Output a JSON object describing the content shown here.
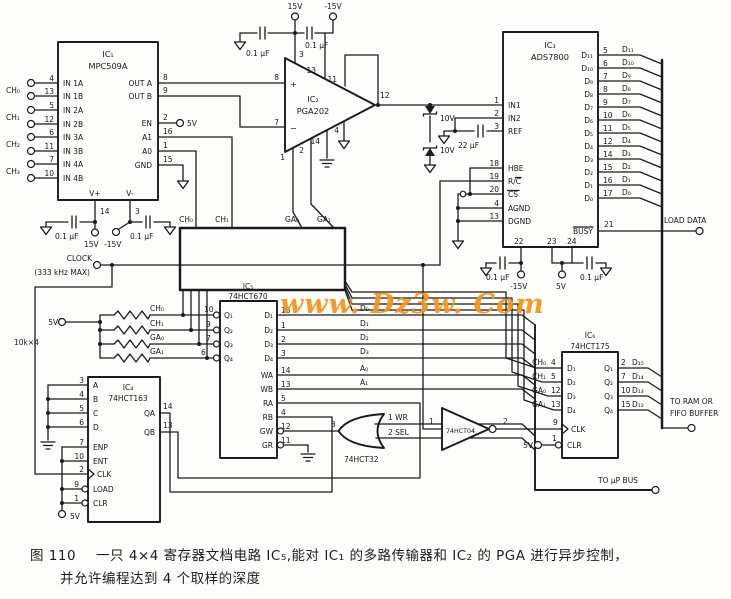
{
  "watermark": {
    "text": "www. Dz3w. Com",
    "color": "#f7941d"
  },
  "caption": {
    "fig": "图 110",
    "line1": "一只 4×4 寄存器文档电路 IC₅,能对 IC₁ 的多路传输器和 IC₂ 的 PGA 进行异步控制，",
    "line2": "并允许编程达到 4 个取样的深度"
  },
  "ic1": {
    "ref": "IC₁",
    "part": "MPC509A",
    "ch": [
      "CH₀",
      "CH₁",
      "CH₂",
      "CH₃"
    ],
    "lp": [
      {
        "n": "IN 1A",
        "p": "4"
      },
      {
        "n": "IN 1B",
        "p": "13"
      },
      {
        "n": "IN 2A",
        "p": "5"
      },
      {
        "n": "IN 2B",
        "p": "12"
      },
      {
        "n": "IN 3A",
        "p": "6"
      },
      {
        "n": "IN 3B",
        "p": "11"
      },
      {
        "n": "IN 4A",
        "p": "7"
      },
      {
        "n": "IN 4B",
        "p": "10"
      }
    ],
    "rp": [
      {
        "n": "OUT A",
        "p": "8"
      },
      {
        "n": "OUT B",
        "p": "9"
      },
      {
        "n": "EN",
        "p": "2"
      },
      {
        "n": "A1",
        "p": "16"
      },
      {
        "n": "A0",
        "p": "1"
      },
      {
        "n": "GND",
        "p": "15"
      }
    ],
    "en5": "5V",
    "vp": "V+",
    "vpn": "14",
    "vm": "V-",
    "vmn": "3",
    "c1": "0.1 µF",
    "c2": "0.1 µF",
    "s1": "15V",
    "s2": "-15V"
  },
  "pga": {
    "ref": "IC₂",
    "part": "PGA202",
    "plus": "+",
    "minus": "−",
    "n3": "3",
    "n13": "13",
    "n11": "11",
    "n12": "12",
    "n8": "8",
    "n7": "7",
    "n1": "1",
    "n2": "2",
    "n14": "14",
    "n4": "4",
    "s1": "15V",
    "s2": "-15V",
    "c1": "0.1 µF",
    "c2": "0.1 µF",
    "z1": "10V",
    "z2": "10V"
  },
  "adc": {
    "ref": "IC₃",
    "part": "ADS7800",
    "lp": [
      {
        "n": "IN1",
        "p": "1"
      },
      {
        "n": "IN2",
        "p": "2"
      },
      {
        "n": "REF",
        "p": "3"
      },
      {
        "n": "HBE",
        "p": "18"
      },
      {
        "n": "R/C",
        "p": "19"
      },
      {
        "n": "CS",
        "p": "20"
      },
      {
        "n": "AGND",
        "p": "4"
      },
      {
        "n": "DGND",
        "p": "13"
      }
    ],
    "cref": "22 µF",
    "dp": [
      {
        "n": "D₁₁",
        "p": "5",
        "net": "D₁₁"
      },
      {
        "n": "D₁₀",
        "p": "6",
        "net": "D₁₀"
      },
      {
        "n": "D₉",
        "p": "7",
        "net": "D₉"
      },
      {
        "n": "D₈",
        "p": "8",
        "net": "D₈"
      },
      {
        "n": "D₇",
        "p": "9",
        "net": "D₇"
      },
      {
        "n": "D₆",
        "p": "10",
        "net": "D₆"
      },
      {
        "n": "D₅",
        "p": "11",
        "net": "D₅"
      },
      {
        "n": "D₄",
        "p": "12",
        "net": "D₄"
      },
      {
        "n": "D₃",
        "p": "14",
        "net": "D₃"
      },
      {
        "n": "D₂",
        "p": "15",
        "net": "D₂"
      },
      {
        "n": "D₁",
        "p": "16",
        "net": "D₁"
      },
      {
        "n": "D₀",
        "p": "17",
        "net": "D₀"
      }
    ],
    "busy": "BUSY",
    "busyp": "21",
    "load": "LOAD DATA",
    "p22": "22",
    "p23": "23",
    "p24": "24",
    "c22": "0.1 µF",
    "c24": "0.1 µF",
    "s22": "-15V",
    "s24": "5V"
  },
  "bus": {
    "labels": [
      "CH₀",
      "CH₁",
      "GA₀",
      "GA₁"
    ]
  },
  "clk": {
    "name": "CLOCK",
    "sub": "(333 kHz MAX)",
    "v5": "5V",
    "r": "10k×4"
  },
  "ic5": {
    "ref": "IC₅",
    "part": "74HCT670",
    "lp": [
      {
        "net": "CH₀",
        "p": "10",
        "n": "Q₁"
      },
      {
        "net": "CH₁",
        "p": "9",
        "n": "Q₂"
      },
      {
        "net": "GA₀",
        "p": "7",
        "n": "Q₃"
      },
      {
        "net": "GA₁",
        "p": "6",
        "n": "Q₄"
      }
    ],
    "rp": [
      {
        "n": "D₁",
        "p": "15",
        "net": "D₀"
      },
      {
        "n": "D₂",
        "p": "1",
        "net": "D₁"
      },
      {
        "n": "D₃",
        "p": "2",
        "net": "D₂"
      },
      {
        "n": "D₄",
        "p": "3",
        "net": "D₃"
      },
      {
        "n": "WA",
        "p": "14",
        "net": "A₀"
      },
      {
        "n": "WB",
        "p": "13",
        "net": "A₁"
      },
      {
        "n": "RA",
        "p": "5"
      },
      {
        "n": "RB",
        "p": "4"
      },
      {
        "n": "GW",
        "p": "12"
      },
      {
        "n": "GR",
        "p": "11"
      }
    ]
  },
  "or32": {
    "part": "74HCT32",
    "i1": "1 WR",
    "i2": "2 SEL",
    "o": "3"
  },
  "inv04": {
    "part": "74HCT04",
    "i": "1",
    "o": "2"
  },
  "ic4": {
    "ref": "IC₄",
    "part": "74HCT163",
    "lp": [
      {
        "n": "A",
        "p": "3"
      },
      {
        "n": "B",
        "p": "4"
      },
      {
        "n": "C",
        "p": "5"
      },
      {
        "n": "D",
        "p": "6"
      },
      {
        "n": "ENP",
        "p": "7"
      },
      {
        "n": "ENT",
        "p": "10"
      },
      {
        "n": "CLK",
        "p": "2"
      },
      {
        "n": "LOAD",
        "p": "9"
      },
      {
        "n": "CLR",
        "p": "1"
      }
    ],
    "rp": [
      {
        "n": "QA",
        "p": "14"
      },
      {
        "n": "QB",
        "p": "13"
      }
    ],
    "v5": "5V"
  },
  "ic6": {
    "ref": "IC₆",
    "part": "74HCT175",
    "lp": [
      {
        "net": "CH₀",
        "p": "4",
        "n": "D₁"
      },
      {
        "net": "CH₁",
        "p": "5",
        "n": "D₂"
      },
      {
        "net": "GA₀",
        "p": "12",
        "n": "D₃"
      },
      {
        "net": "GA₁",
        "p": "13",
        "n": "D₄"
      }
    ],
    "clkn": "CLK",
    "clkp": "9",
    "clrn": "CLR",
    "clrp": "1",
    "v5": "5V",
    "rp": [
      {
        "n": "Q₁",
        "p": "2",
        "net": "D₁₅"
      },
      {
        "n": "Q₂",
        "p": "7",
        "net": "D₁₄"
      },
      {
        "n": "Q₃",
        "p": "10",
        "net": "D₁₃"
      },
      {
        "n": "Q₄",
        "p": "15",
        "net": "D₁₂"
      }
    ],
    "d1": "TO RAM OR",
    "d2": "FIFO BUFFER"
  },
  "upbus": {
    "label": "TO µP BUS"
  }
}
